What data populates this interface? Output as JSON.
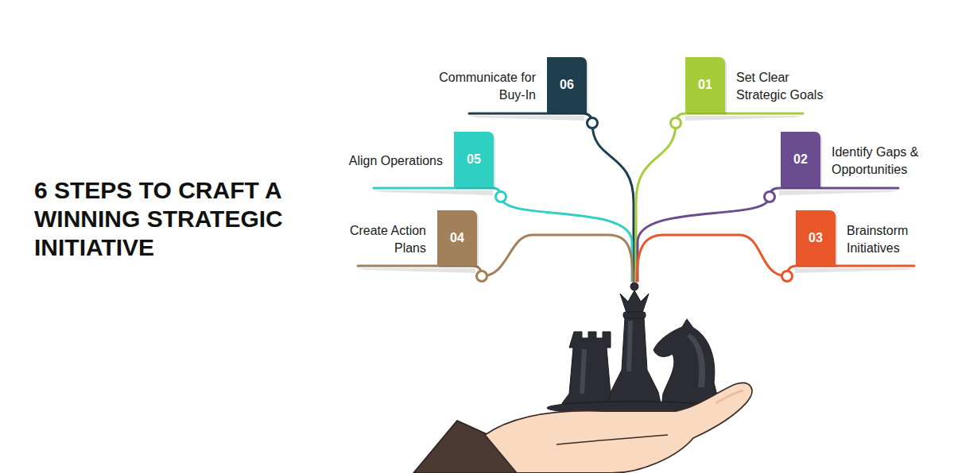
{
  "diagram": {
    "title": "6 STEPS TO CRAFT A WINNING STRATEGIC INITIATIVE",
    "nodes": [
      {
        "text": [
          "01",
          "Set Clear Strategic Goals"
        ]
      },
      {
        "text": [
          "02",
          "Identify Gaps & Opportunities"
        ]
      },
      {
        "text": [
          "03",
          "Brainstorm Initiatives"
        ]
      },
      {
        "text": [
          "04",
          "Create Action Plans"
        ]
      },
      {
        "text": [
          "05",
          "Align Operations"
        ]
      },
      {
        "text": [
          "06",
          "Communicate for Buy-In"
        ]
      }
    ]
  }
}
